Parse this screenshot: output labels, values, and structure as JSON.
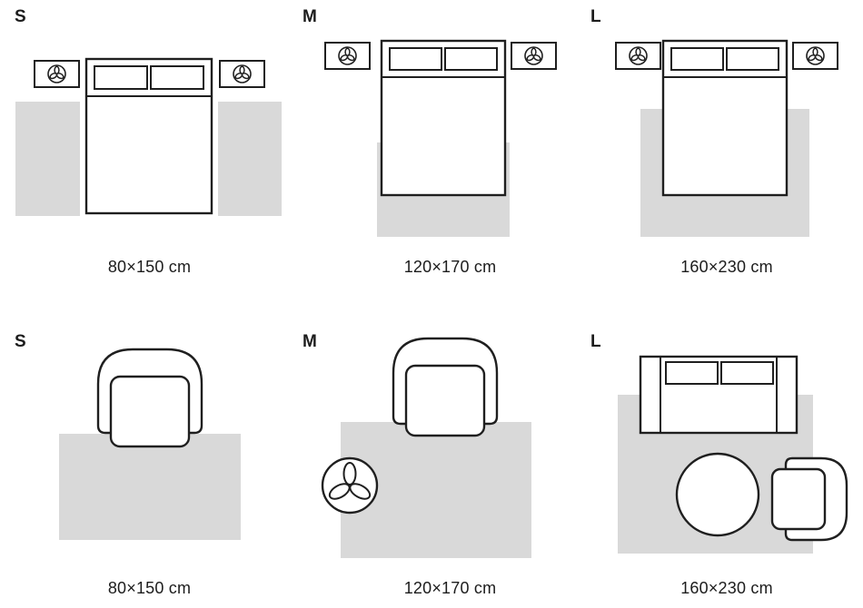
{
  "colors": {
    "outline": "#1f1f1f",
    "rug": "#d9d9d9",
    "bg": "#ffffff",
    "text": "#1c1c1c"
  },
  "rows": [
    {
      "name": "bedroom-sizes",
      "panels": [
        {
          "size_label": "S",
          "caption": "80×150 cm"
        },
        {
          "size_label": "M",
          "caption": "120×170 cm"
        },
        {
          "size_label": "L",
          "caption": "160×230 cm"
        }
      ]
    },
    {
      "name": "living-room-sizes",
      "panels": [
        {
          "size_label": "S",
          "caption": "80×150 cm"
        },
        {
          "size_label": "M",
          "caption": "120×170 cm"
        },
        {
          "size_label": "L",
          "caption": "160×230 cm"
        }
      ]
    }
  ],
  "icons": {
    "nightstand_plant": "plant-top-view-icon",
    "floor_plant": "plant-top-view-icon"
  }
}
